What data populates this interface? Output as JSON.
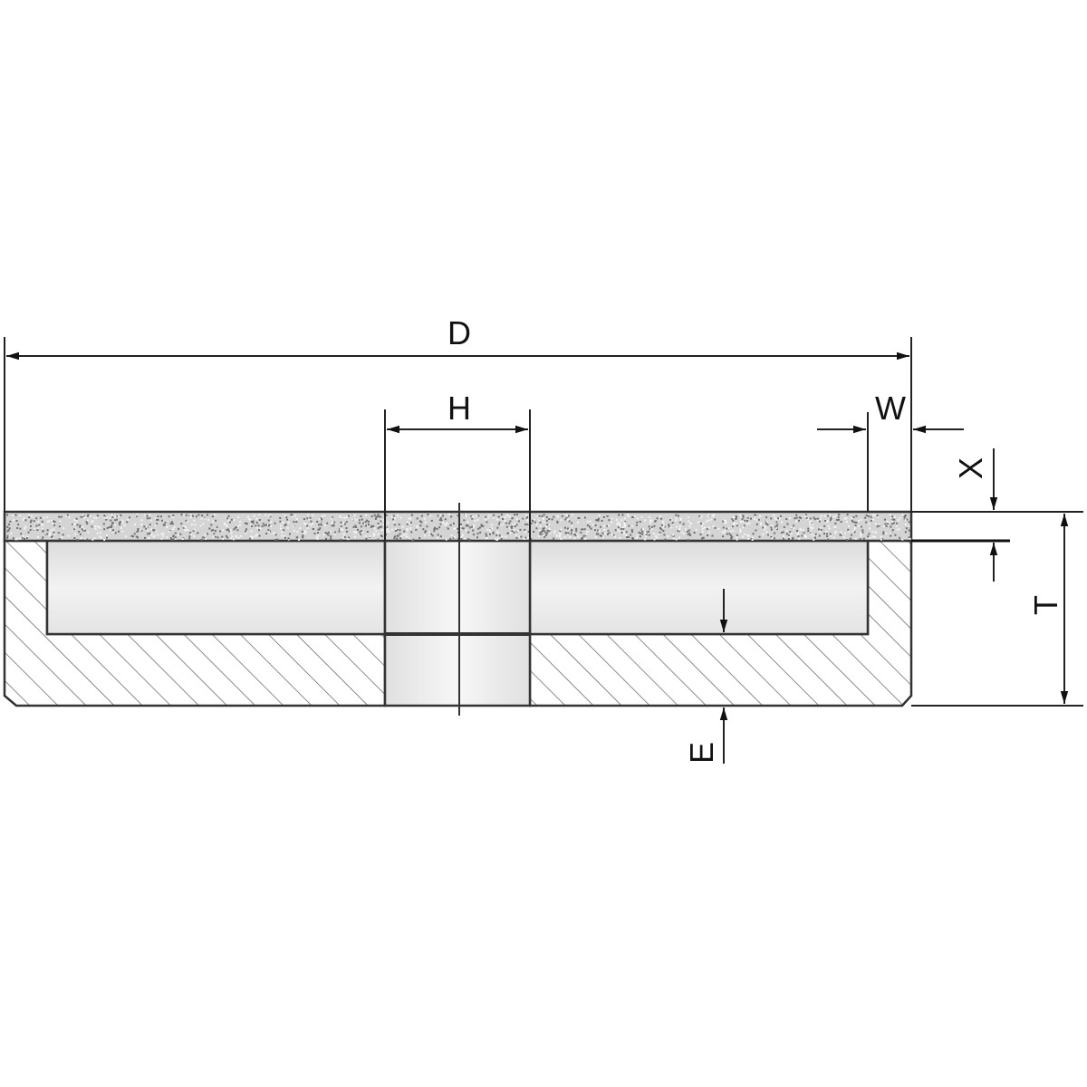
{
  "drawing": {
    "dimensions": {
      "D": "D",
      "H": "H",
      "W": "W",
      "X": "X",
      "T": "T",
      "E": "E"
    },
    "colors": {
      "line": "#222222",
      "abrasive_layer": "#d9d9d9",
      "recess_fill": "#e8e8e8",
      "hatch": "#555555",
      "background": "#ffffff"
    }
  }
}
